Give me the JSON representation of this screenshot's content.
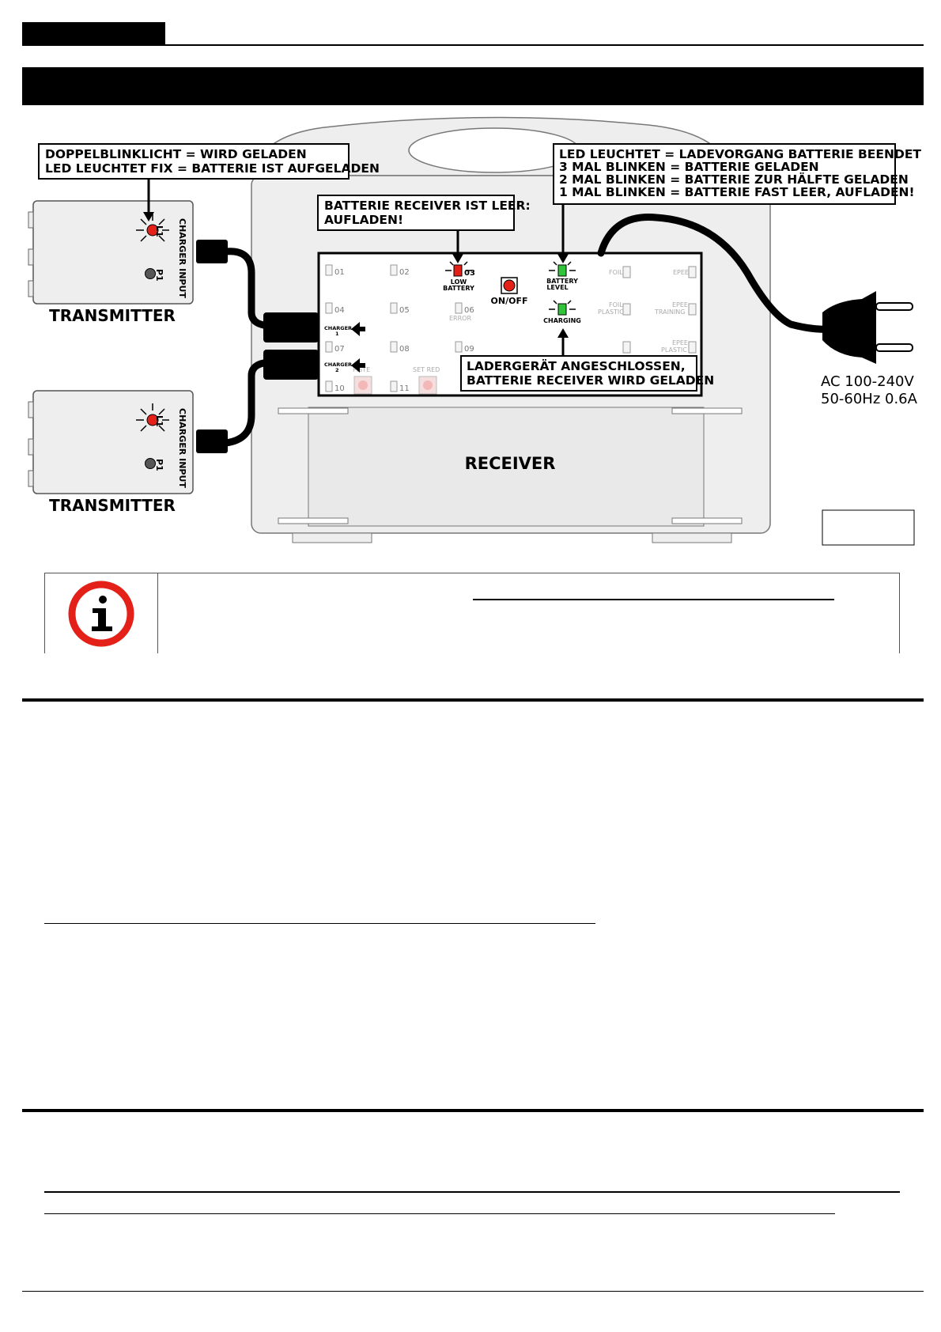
{
  "diagram": {
    "callouts": {
      "transmitter_led": [
        "DOPPELBLINKLICHT = WIRD GELADEN",
        "LED LEUCHTET FIX = BATTERIE IST AUFGELADEN"
      ],
      "receiver_empty": [
        "BATTERIE RECEIVER IST LEER:",
        "AUFLADEN!"
      ],
      "battery_level": [
        "LED LEUCHTET = LADEVORGANG BATTERIE BEENDET",
        "3 MAL BLINKEN = BATTERIE GELADEN",
        "2 MAL BLINKEN = BATTERIE ZUR HÄLFTE GELADEN",
        "1 MAL BLINKEN = BATTERIE FAST  LEER, AUFLADEN!"
      ],
      "charger_connected": [
        "LADERGERÄT ANGESCHLOSSEN,",
        "BATTERIE RECEIVER WIRD GELADEN"
      ]
    },
    "transmitter": {
      "label": "TRANSMITTER",
      "led": "L1",
      "button": "P1",
      "input": "CHARGER INPUT"
    },
    "receiver": {
      "label": "RECEIVER",
      "onoff": "ON/OFF",
      "low_battery": [
        "LOW",
        "BATTERY"
      ],
      "battery_level": [
        "BATTERY",
        "LEVEL"
      ],
      "charging": "CHARGING",
      "charger1": [
        "CHARGER",
        "1"
      ],
      "charger2": [
        "CHARGER",
        "2"
      ],
      "slots": [
        "01",
        "02",
        "03",
        "04",
        "05",
        "06",
        "07",
        "08",
        "09",
        "10",
        "11"
      ],
      "dim_labels": {
        "foil": "FOIL",
        "epee": "EPEE",
        "foil_plastic": [
          "FOIL",
          "PLASTIC"
        ],
        "epee_training": [
          "EPEE",
          "TRAINING"
        ],
        "epee_plastic": [
          "EPEE",
          "PLASTIC"
        ],
        "error": "ERROR",
        "piste": "PISTE",
        "set_red": "SET RED"
      }
    },
    "power": [
      "AC 100-240V",
      "50-60Hz 0.6A"
    ]
  },
  "info_icon": "info-icon"
}
